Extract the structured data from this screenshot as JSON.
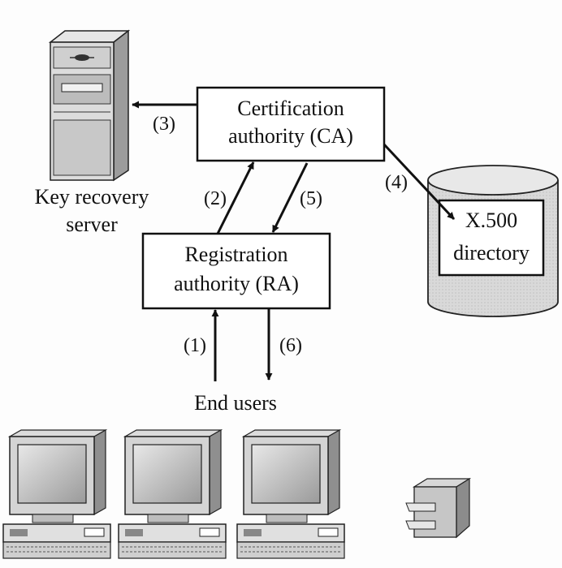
{
  "nodes": {
    "ca": {
      "line1": "Certification",
      "line2": "authority (CA)"
    },
    "ra": {
      "line1": "Registration",
      "line2": "authority (RA)"
    },
    "key_server": {
      "line1": "Key recovery",
      "line2": "server"
    },
    "directory": {
      "line1": "X.500",
      "line2": "directory"
    },
    "end_users": {
      "label": "End users"
    }
  },
  "edges": {
    "e1": "(1)",
    "e2": "(2)",
    "e3": "(3)",
    "e4": "(4)",
    "e5": "(5)",
    "e6": "(6)"
  }
}
